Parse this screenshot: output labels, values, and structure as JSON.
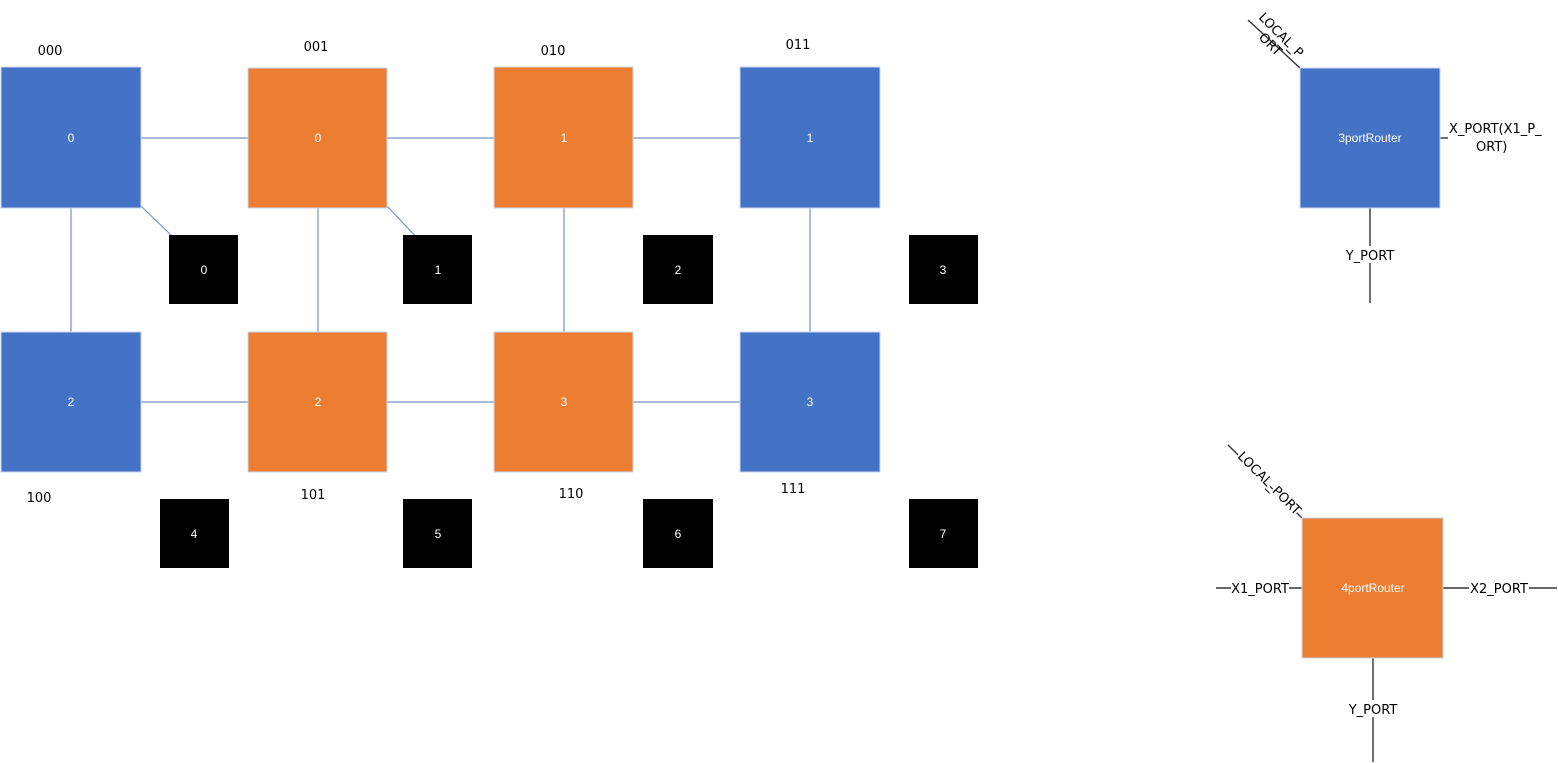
{
  "colors": {
    "blue": "#4472c4",
    "orange": "#ed7d31",
    "black": "#000000",
    "link": "#7592c4"
  },
  "routers": [
    {
      "label": "0",
      "addr": "000",
      "color": "blue"
    },
    {
      "label": "0",
      "addr": "001",
      "color": "orange"
    },
    {
      "label": "1",
      "addr": "010",
      "color": "orange"
    },
    {
      "label": "1",
      "addr": "011",
      "color": "blue"
    },
    {
      "label": "2",
      "addr": "100",
      "color": "blue"
    },
    {
      "label": "2",
      "addr": "101",
      "color": "orange"
    },
    {
      "label": "3",
      "addr": "110",
      "color": "orange"
    },
    {
      "label": "3",
      "addr": "111",
      "color": "blue"
    }
  ],
  "cores": [
    "0",
    "1",
    "2",
    "3",
    "4",
    "5",
    "6",
    "7"
  ],
  "legend": {
    "three_port": {
      "label": "3portRouter",
      "local_port_line1": "LOCAL_P",
      "local_port_line2": "ORT",
      "x_port_line1": "X_PORT(X1_P_",
      "x_port_line2": "ORT)",
      "y_port": "Y_PORT"
    },
    "four_port": {
      "label": "4portRouter",
      "local_port": "LOCAL_PORT",
      "x1_port": "X1_PORT",
      "x2_port": "X2_PORT",
      "y_port": "Y_PORT"
    }
  }
}
